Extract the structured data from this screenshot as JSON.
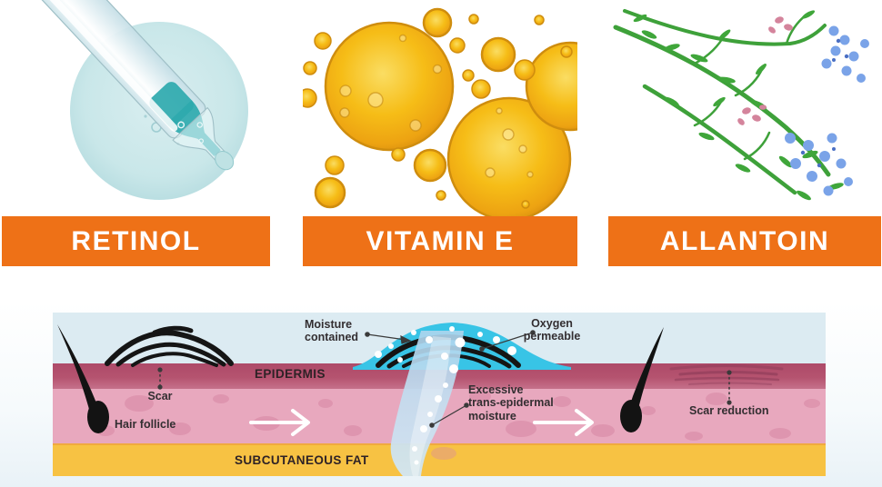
{
  "ingredients": [
    {
      "name": "RETINOL",
      "illustration": "dropper-with-serum-drop"
    },
    {
      "name": "VITAMIN E",
      "illustration": "golden-oil-droplets"
    },
    {
      "name": "ALLANTOIN",
      "illustration": "comfrey-flowering-branch"
    }
  ],
  "skin_diagram": {
    "layers": {
      "epidermis_label": "EPIDERMIS",
      "subcutaneous_label": "SUBCUTANEOUS FAT"
    },
    "annotations": {
      "moisture_line1": "Moisture",
      "moisture_line2": "contained",
      "oxygen_line1": "Oxygen",
      "oxygen_line2": "permeable",
      "excessive_line1": "Excessive",
      "excessive_line2": "trans-epidermal",
      "excessive_line3": "moisture",
      "scar": "Scar",
      "hair_follicle": "Hair follicle",
      "scar_reduction": "Scar reduction"
    },
    "colors": {
      "air": "#DCEBF2",
      "epidermis": "#B5536F",
      "dermis": "#E8A8BE",
      "subcutaneous_fat": "#F7C243",
      "moisture_dome": "#38C4E6",
      "moisture_stream": "#C3DBEC"
    }
  },
  "accent_color": "#EE7117"
}
